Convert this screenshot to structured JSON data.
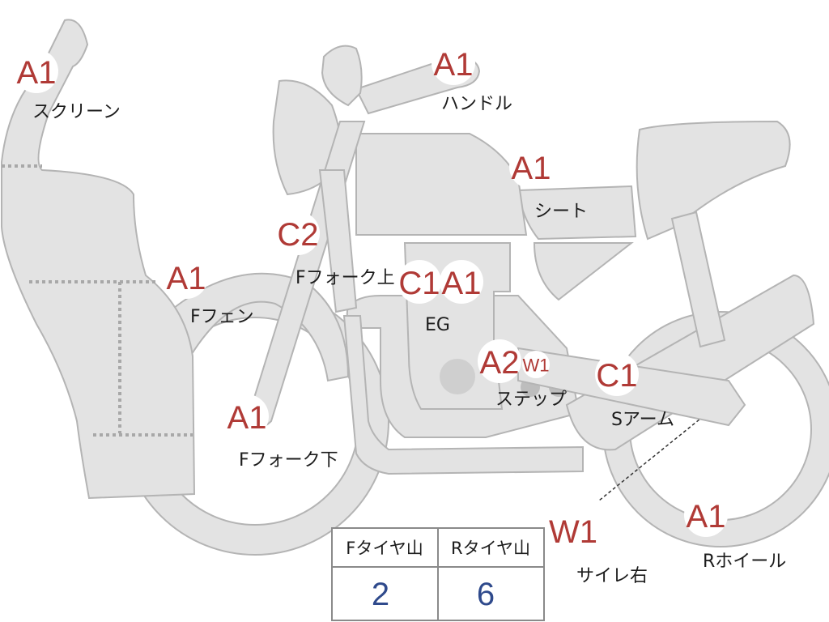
{
  "callouts": [
    {
      "id": "screen",
      "grade": "A1",
      "label": "スクリーン"
    },
    {
      "id": "handle",
      "grade": "A1",
      "label": "ハンドル"
    },
    {
      "id": "seat",
      "grade": "A1",
      "label": "シート"
    },
    {
      "id": "ffork-upper",
      "grade": "C2",
      "label": "Fフォーク上"
    },
    {
      "id": "ffender",
      "grade": "A1",
      "label": "Fフェン"
    },
    {
      "id": "eg",
      "grade": "C1",
      "grade2": "A1",
      "label": "EG"
    },
    {
      "id": "step",
      "grade": "A2",
      "grade2": "W1",
      "label": "ステップ"
    },
    {
      "id": "swingarm",
      "grade": "C1",
      "label": "Sアーム"
    },
    {
      "id": "ffork-lower",
      "grade": "A1",
      "label": "Fフォーク下"
    },
    {
      "id": "silencer-right",
      "grade": "W1",
      "label": "サイレ右"
    },
    {
      "id": "rwheel",
      "grade": "A1",
      "label": "Rホイール"
    }
  ],
  "tread_table": {
    "headers": [
      "Fタイヤ山",
      "Rタイヤ山"
    ],
    "values": [
      "2",
      "6"
    ]
  },
  "colors": {
    "grade": "#b03a36",
    "table_value": "#2f4a8c",
    "part_fill": "#e3e3e3"
  }
}
